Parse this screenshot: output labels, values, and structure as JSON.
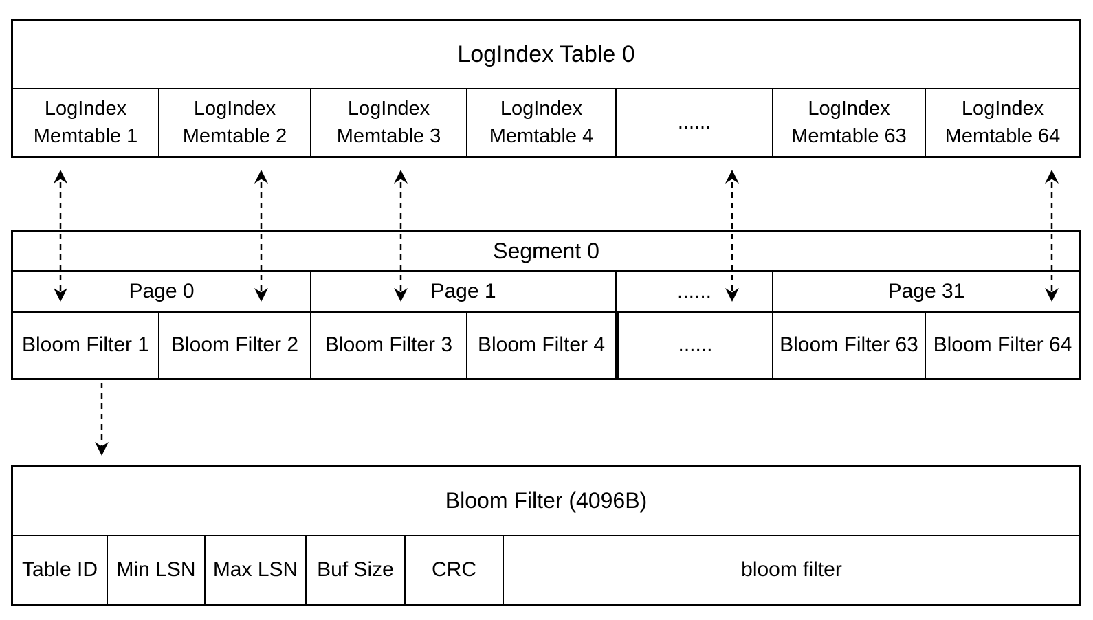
{
  "logindex_table": {
    "title": "LogIndex Table 0",
    "cells": [
      "LogIndex\nMemtable 1",
      "LogIndex\nMemtable 2",
      "LogIndex\nMemtable 3",
      "LogIndex\nMemtable 4",
      "......",
      "LogIndex\nMemtable 63",
      "LogIndex\nMemtable 64"
    ]
  },
  "segment_table": {
    "title": "Segment 0",
    "pages": [
      "Page 0",
      "Page 1",
      "......",
      "Page 31"
    ],
    "bloom_filters": [
      "Bloom Filter 1",
      "Bloom Filter 2",
      "Bloom Filter 3",
      "Bloom Filter 4",
      "......",
      "Bloom Filter 63",
      "Bloom Filter 64"
    ]
  },
  "bloom_filter_detail": {
    "title": "Bloom Filter  (4096B)",
    "fields": [
      "Table ID",
      "Min LSN",
      "Max LSN",
      "Buf Size",
      "CRC",
      "bloom filter"
    ]
  },
  "connections": [
    {
      "from": "LogIndex Memtable 1",
      "to": "Bloom Filter 1",
      "style": "dashed-double-arrow"
    },
    {
      "from": "LogIndex Memtable 2",
      "to": "Bloom Filter 2",
      "style": "dashed-double-arrow"
    },
    {
      "from": "LogIndex Memtable 3",
      "to": "Bloom Filter 3",
      "style": "dashed-double-arrow"
    },
    {
      "from": "......",
      "to": "......",
      "style": "dashed-double-arrow"
    },
    {
      "from": "LogIndex Memtable 64",
      "to": "Bloom Filter 64",
      "style": "dashed-double-arrow"
    },
    {
      "from": "Bloom Filter 1",
      "to": "Bloom Filter (4096B)",
      "style": "dashed-arrow-down"
    }
  ],
  "colors": {
    "line": "#000000",
    "background": "#ffffff",
    "text": "#000000"
  }
}
